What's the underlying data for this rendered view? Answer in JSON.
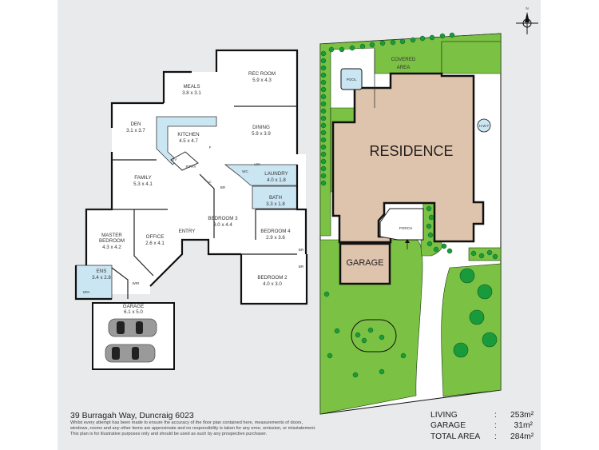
{
  "floor_plan": {
    "rooms": [
      {
        "name": "REC ROOM",
        "dims": "5.9 x 4.3"
      },
      {
        "name": "MEALS",
        "dims": "3.8 x 3.1"
      },
      {
        "name": "DEN",
        "dims": "3.1 x 3.7"
      },
      {
        "name": "KITCHEN",
        "dims": "4.5 x 4.7"
      },
      {
        "name": "DINING",
        "dims": "5.9 x 3.9"
      },
      {
        "name": "FAMILY",
        "dims": "5.3 x 4.1"
      },
      {
        "name": "LAUNDRY",
        "dims": "4.0 x 1.8"
      },
      {
        "name": "BATH",
        "dims": "3.3 x 1.8"
      },
      {
        "name": "BEDROOM 3",
        "dims": "3.0 x 4.4"
      },
      {
        "name": "BEDROOM 4",
        "dims": "2.9 x 3.6"
      },
      {
        "name": "MASTER",
        "name2": "BEDROOM",
        "dims": "4.3 x 4.2"
      },
      {
        "name": "OFFICE",
        "dims": "2.6 x 4.1"
      },
      {
        "name": "ENTRY",
        "dims": ""
      },
      {
        "name": "ENS",
        "dims": "3.4 x 2.8"
      },
      {
        "name": "BEDROOM 2",
        "dims": "4.0 x 3.0"
      },
      {
        "name": "GARAGE",
        "dims": "6.1 x 5.0"
      }
    ],
    "small_labels": {
      "ov": "OV",
      "pantry": "P'TRY",
      "fridge": "F",
      "lin": "LIN",
      "wc": "WC",
      "cupboard": "C",
      "br": "BR",
      "wir": "WIR",
      "spa": "SPA"
    }
  },
  "site_plan": {
    "residence": "RESIDENCE",
    "garage": "GARAGE",
    "porch": "PORCH",
    "pool": "POOL",
    "covered_area_1": "COVERED",
    "covered_area_2": "AREA",
    "hwt": "H.W.T",
    "north": "N"
  },
  "colors": {
    "panel_bg": "#e9eaeb",
    "wet_area": "#cbe6f3",
    "residence": "#dfc4ad",
    "lawn": "#7bc143",
    "shrub": "#1a9b3b",
    "wall": "#111111"
  },
  "footer": {
    "address": "39 Burragah Way, Duncraig 6023",
    "disclaimer": [
      "Whilst every attempt has been made to ensure the accuracy of the floor plan contained here, measurements of doors,",
      "windows, rooms and any other items are approximate and no responsibility is taken for any error, omission, or misstatement.",
      "This plan is for illustrative purposes only and should be used as such by any prospective purchaser."
    ]
  },
  "areas": [
    {
      "label": "LIVING",
      "sep": ":",
      "value": "253m²"
    },
    {
      "label": "GARAGE",
      "sep": ":",
      "value": "31m²"
    },
    {
      "label": "TOTAL AREA",
      "sep": ":",
      "value": "284m²"
    }
  ]
}
